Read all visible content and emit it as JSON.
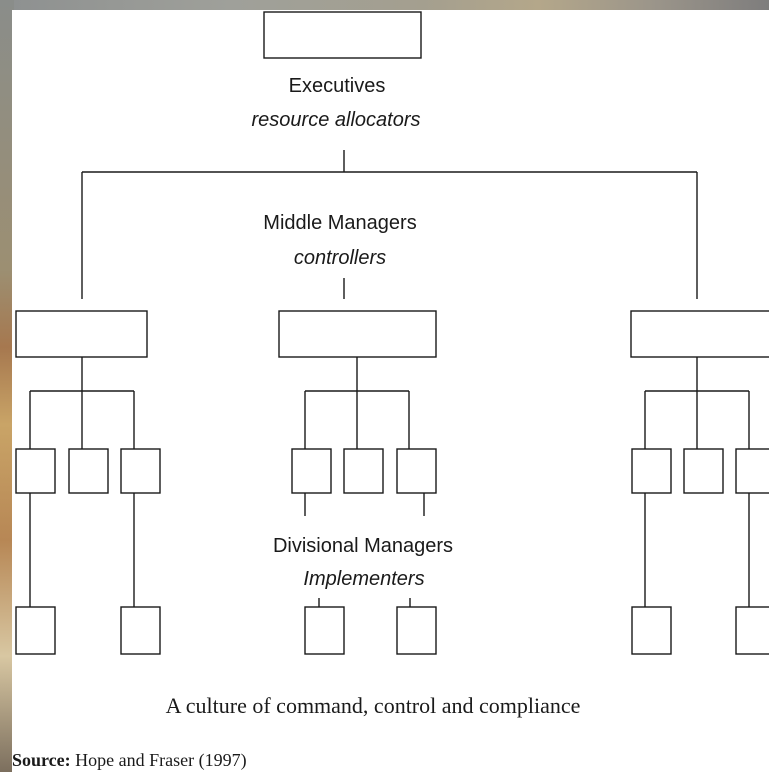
{
  "diagram": {
    "levels": [
      {
        "title": "Executives",
        "role": "resource allocators"
      },
      {
        "title": "Middle Managers",
        "role": "controllers"
      },
      {
        "title": "Divisional Managers",
        "role": "Implementers"
      }
    ],
    "caption": "A culture of command, control and compliance",
    "source": {
      "label": "Source:",
      "text": "Hope and Fraser (1997)"
    }
  }
}
